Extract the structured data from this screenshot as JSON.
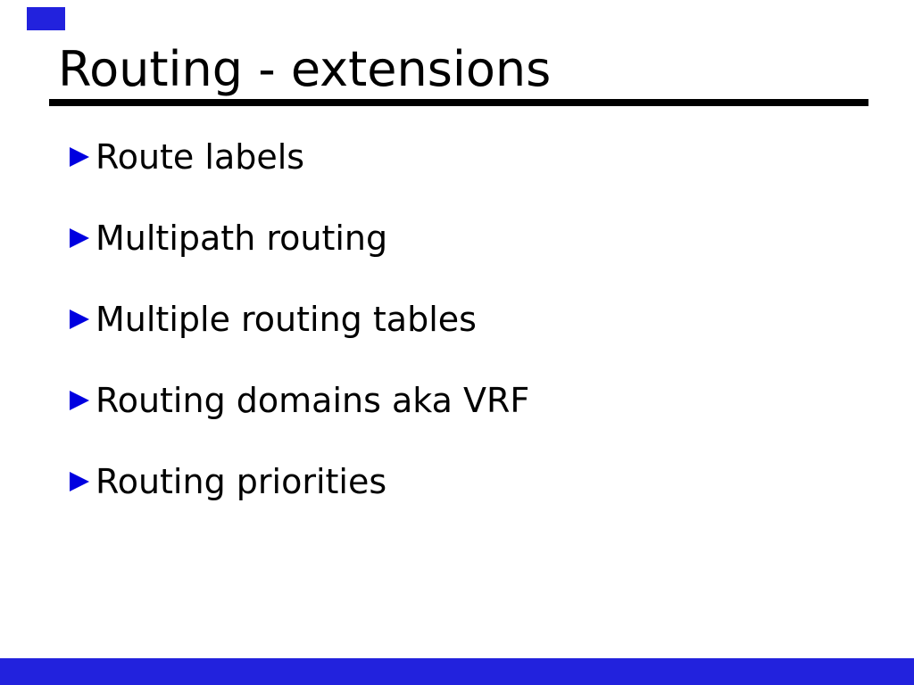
{
  "slide": {
    "title": "Routing - extensions",
    "bullets": [
      {
        "label": "Route labels"
      },
      {
        "label": "Multipath routing"
      },
      {
        "label": "Multiple routing tables"
      },
      {
        "label": "Routing domains aka VRF"
      },
      {
        "label": "Routing priorities"
      }
    ],
    "bullet_icon": "triangle-right",
    "colors": {
      "background": "#ffffff",
      "text": "#000000",
      "title_rule": "#000000",
      "bullet_blue": "#0000e0",
      "accent_blue": "#2222dd"
    }
  }
}
